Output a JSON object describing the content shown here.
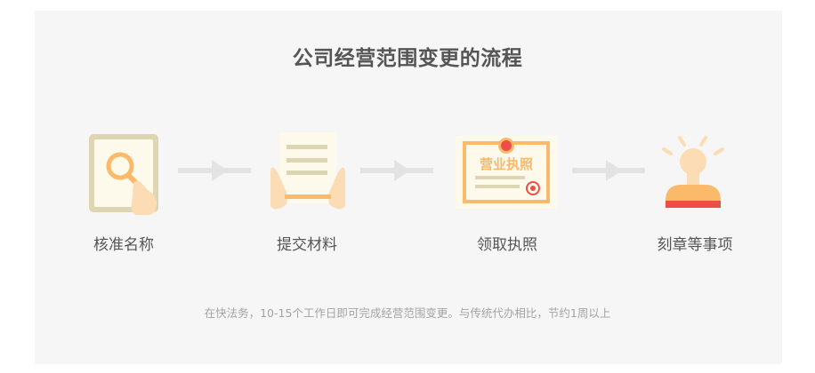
{
  "title": "公司经营范围变更的流程",
  "steps": [
    {
      "label": "核准名称",
      "icon": "magnifier-document-icon"
    },
    {
      "label": "提交材料",
      "icon": "hands-holding-document-icon"
    },
    {
      "label": "领取执照",
      "icon": "business-license-icon",
      "badge_text": "营业执照"
    },
    {
      "label": "刻章等事项",
      "icon": "stamp-icon"
    }
  ],
  "note": "在快法务，10-15个工作日即可完成经营范围变更。与传统代办相比，节约1周以上",
  "colors": {
    "panel": "#f6f6f6",
    "title": "#555555",
    "arrow": "#e3e3e3",
    "orange": "#fbb96a",
    "skin": "#fcdcb4",
    "stamp_red": "#ef4e46"
  }
}
